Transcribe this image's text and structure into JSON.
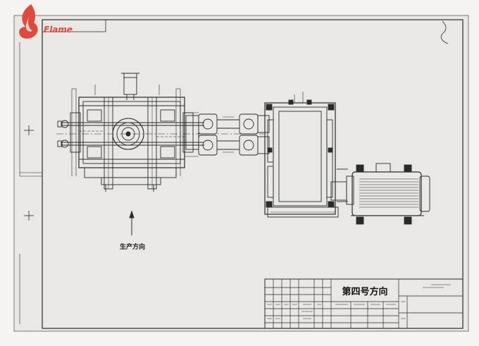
{
  "logo": {
    "text": "Flame",
    "color": "#e0493b"
  },
  "drawing": {
    "production_direction_label": "生产方向",
    "title_block": {
      "main_title": "第四号方向"
    }
  },
  "colors": {
    "paper": "#f4f3ef",
    "line": "#2a2a2a"
  }
}
